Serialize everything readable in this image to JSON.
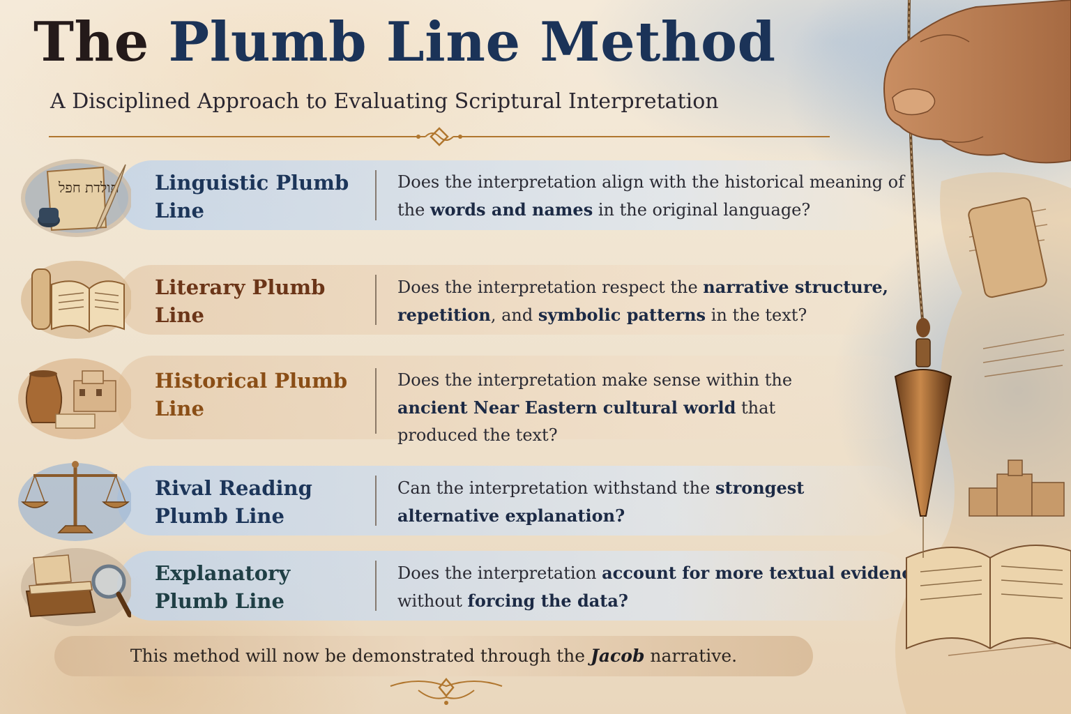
{
  "header": {
    "title_word1": "The",
    "title_word2": "Plumb Line Method",
    "subtitle": "A Disciplined Approach to Evaluating Scriptural Interpretation"
  },
  "rows": [
    {
      "label": "Linguistic Plumb Line",
      "icon": "scroll-quill-icon",
      "d1": "Does the interpretation align with the historical meaning of the ",
      "b1": "words and names",
      "d2": " in the original language?",
      "b2": "",
      "d3": "",
      "b3": "",
      "d4": ""
    },
    {
      "label": "Literary Plumb Line",
      "icon": "open-book-scroll-icon",
      "d1": "Does the interpretation respect the ",
      "b1": "narrative structure, repetition",
      "d2": ", and ",
      "b2": "symbolic patterns",
      "d3": " in the text?",
      "b3": "",
      "d4": ""
    },
    {
      "label": "Historical Plumb Line",
      "icon": "clay-jar-village-icon",
      "d1": "Does the interpretation make sense within the ",
      "b1": "ancient Near Eastern cultural world",
      "d2": " that produced the text?",
      "b2": "",
      "d3": "",
      "b3": "",
      "d4": ""
    },
    {
      "label": "Rival Reading Plumb Line",
      "icon": "balance-scale-icon",
      "d1": "Can the interpretation withstand the ",
      "b1": "strongest alternative explanation?",
      "d2": "",
      "b2": "",
      "d3": "",
      "b3": "",
      "d4": ""
    },
    {
      "label": "Explanatory Plumb Line",
      "icon": "book-magnifier-icon",
      "d1": "Does the interpretation ",
      "b1": "account for more textual evidence",
      "d2": " without ",
      "b2": "forcing the data?",
      "d3": "",
      "b3": "",
      "d4": ""
    }
  ],
  "footer": {
    "before": "This method will now be demonstrated through the ",
    "name": "Jacob",
    "after": " narrative."
  },
  "artwork": {
    "icon": "hand-holding-plumb-bob-icon",
    "scroll_letters": "תולדת חפל"
  },
  "colors": {
    "title_navy": "#1b3358",
    "label_navy": "#1c3559",
    "label_brown": "#6b3518",
    "label_amber": "#8a4e16",
    "label_teal": "#1f3f45",
    "ornament_gold": "#b0762e"
  }
}
